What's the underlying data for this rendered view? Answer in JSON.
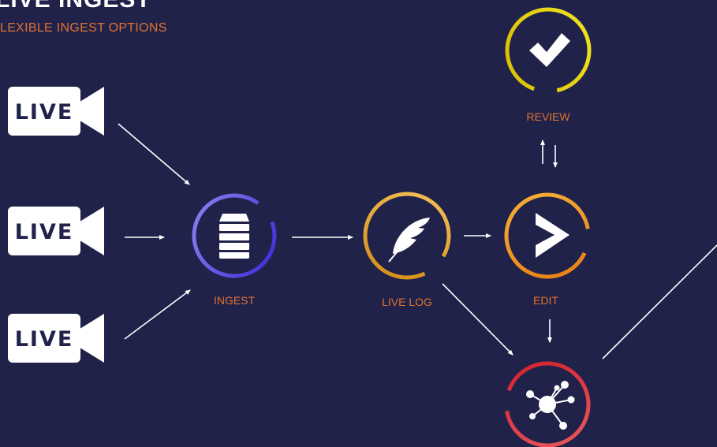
{
  "header": {
    "title": "LIVE INGEST",
    "subtitle": "LEXIBLE INGEST OPTIONS"
  },
  "sources": [
    {
      "label": "LIVE",
      "icon": "live-camera-icon"
    },
    {
      "label": "LIVE",
      "icon": "live-camera-icon"
    },
    {
      "label": "LIVE",
      "icon": "live-camera-icon"
    }
  ],
  "nodes": {
    "ingest": {
      "label": "INGEST",
      "icon": "database-stack-icon",
      "color": "#5a4ae0"
    },
    "live_log": {
      "label": "LIVE LOG",
      "icon": "feather-icon",
      "color": "#e8a020"
    },
    "edit": {
      "label": "EDIT",
      "icon": "play-chevron-icon",
      "color": "#f08a1a"
    },
    "review": {
      "label": "REVIEW",
      "icon": "checkmark-icon",
      "color": "#e6d200"
    },
    "distribute": {
      "label": "",
      "icon": "network-hub-icon",
      "color": "#e03a42"
    }
  },
  "colors": {
    "background": "#20224a",
    "accent_text": "#e0722f",
    "foreground": "#ffffff"
  }
}
